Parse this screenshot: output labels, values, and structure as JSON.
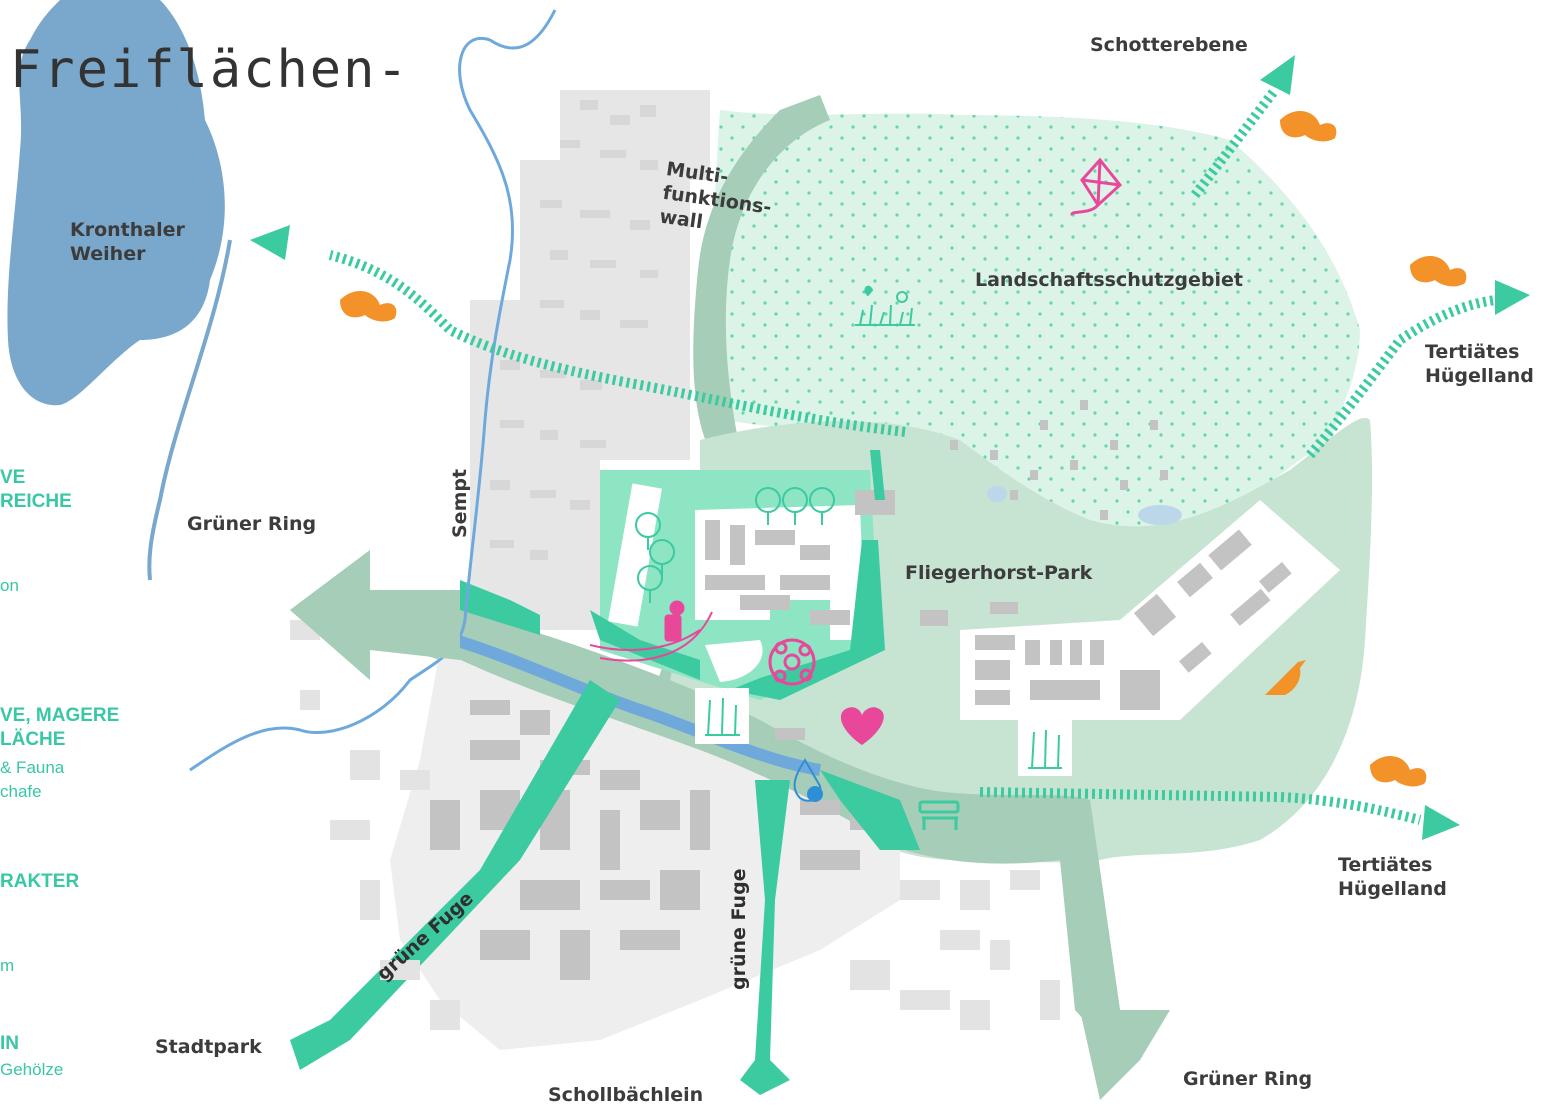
{
  "title": "Freiflächen-",
  "labels": {
    "kronthaler": "Kronthaler\nWeiher",
    "schotterebene": "Schotterebene",
    "multi": "Multi-\nfunktions-\nwall",
    "landschaft": "Landschaftsschutzgebiet",
    "tertiaer_top": "Tertiätes\nHügelland",
    "tertiaer_bottom": "Tertiätes\nHügelland",
    "gruener_ring_left": "Grüner Ring",
    "gruener_ring_bottom": "Grüner Ring",
    "sempt": "Sempt",
    "fliegerhorst": "Fliegerhorst-Park",
    "stadtpark": "Stadtpark",
    "schollbaechlein": "Schollbächlein",
    "gruene_fuge_left": "grüne Fuge",
    "gruene_fuge_mid": "grüne Fuge"
  },
  "legend": {
    "items": [
      {
        "heading": "VE\nREICHE",
        "text": ""
      },
      {
        "heading": "",
        "text": "on"
      },
      {
        "heading": "VE, MAGERE\nLÄCHE",
        "text": "& Fauna\nchafe"
      },
      {
        "heading": "RAKTER",
        "text": "m"
      },
      {
        "heading": "IN",
        "text": "Gehölze"
      }
    ]
  },
  "colors": {
    "water": "#7aa8cc",
    "river": "#6fa9dc",
    "green_light": "#c7e3d2",
    "green_mid": "#a6cdb7",
    "green_strong": "#3ccaa1",
    "mint": "#8ee5c4",
    "park_dots": "#d9f3e4",
    "building": "#c3c3c3",
    "orange": "#f4922a",
    "pink": "#e9479a",
    "blue_icon": "#2f8fd6"
  },
  "icons": [
    "kite-icon",
    "butterfly-meadow-icon",
    "tree-group-icon",
    "person-sledding-icon",
    "ball-icon",
    "heart-icon",
    "water-drop-icon",
    "bench-icon",
    "bird-icon",
    "orange-butterfly-icon",
    "meadow-tree-icon"
  ]
}
